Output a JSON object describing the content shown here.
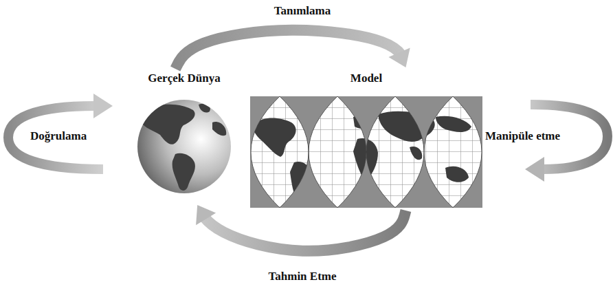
{
  "diagram": {
    "nodes": [
      {
        "text": [
          "Gerçek Dünya"
        ]
      },
      {
        "text": [
          "Model"
        ]
      }
    ],
    "edges": [
      {
        "from": 0,
        "to": 1,
        "arrow": "to",
        "label": "Tanımlama"
      },
      {
        "from": 1,
        "to": 0,
        "arrow": "to",
        "label": "Tahmin Etme"
      }
    ],
    "labels": [
      "Doğrulama",
      "Manipüle etme"
    ]
  }
}
